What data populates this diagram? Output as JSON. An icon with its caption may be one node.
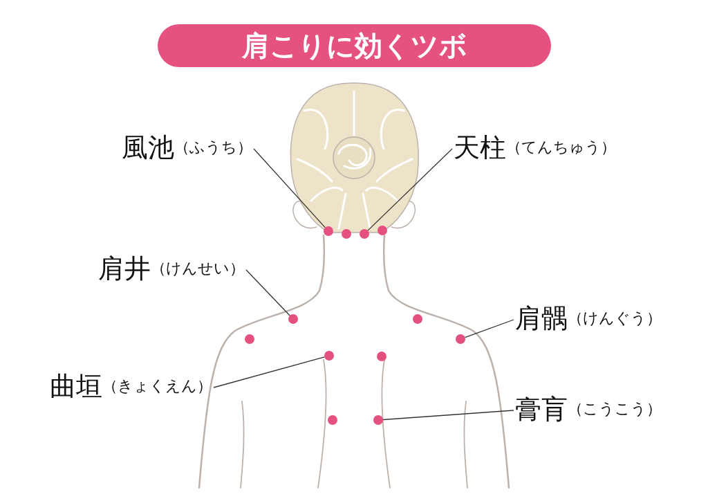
{
  "diagram": {
    "title": "肩こりに効くツボ",
    "nodes": [
      {
        "text": [
          "風池",
          "（ふうち）"
        ]
      },
      {
        "text": [
          "天柱",
          "（てんちゅう）"
        ]
      },
      {
        "text": [
          "肩井",
          "（けんせい）"
        ]
      },
      {
        "text": [
          "肩髃",
          "（けんぐう）"
        ]
      },
      {
        "text": [
          "曲垣",
          "（きょくえん）"
        ]
      },
      {
        "text": [
          "膏肓",
          "（こうこう）"
        ]
      },
      {
        "text": [],
        "shape": "circle"
      },
      {
        "text": [],
        "shape": "circle"
      },
      {
        "text": [],
        "shape": "circle"
      },
      {
        "text": [],
        "shape": "circle"
      },
      {
        "text": [],
        "shape": "circle"
      },
      {
        "text": [],
        "shape": "circle"
      },
      {
        "text": [],
        "shape": "circle"
      },
      {
        "text": [],
        "shape": "circle"
      },
      {
        "text": [],
        "shape": "circle"
      },
      {
        "text": [],
        "shape": "circle"
      },
      {
        "text": [],
        "shape": "circle"
      },
      {
        "text": [],
        "shape": "circle"
      }
    ],
    "edges": [
      {
        "from": 0,
        "to": 6,
        "arrow": "none"
      },
      {
        "from": 1,
        "to": 8,
        "arrow": "none"
      },
      {
        "from": 2,
        "to": 10,
        "arrow": "none"
      },
      {
        "from": 3,
        "to": 13,
        "arrow": "none"
      },
      {
        "from": 4,
        "to": 14,
        "arrow": "none"
      },
      {
        "from": 5,
        "to": 17,
        "arrow": "none"
      }
    ]
  }
}
